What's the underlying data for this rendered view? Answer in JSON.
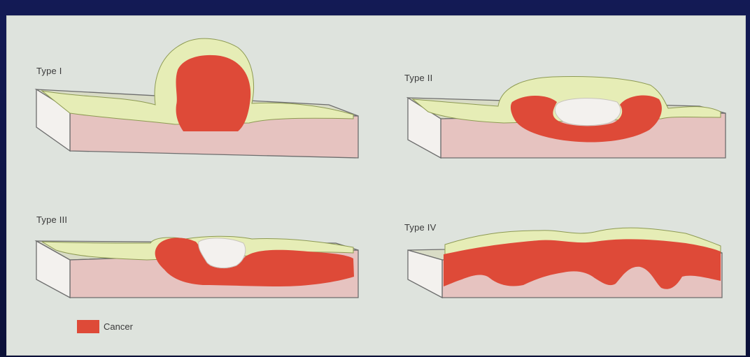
{
  "diagram": {
    "panels": [
      {
        "id": "type-1",
        "label": "Type I"
      },
      {
        "id": "type-2",
        "label": "Type II"
      },
      {
        "id": "type-3",
        "label": "Type III"
      },
      {
        "id": "type-4",
        "label": "Type IV"
      }
    ],
    "legend": {
      "label": "Cancer"
    },
    "colors": {
      "cancer": "#de4a38",
      "mucosa": "#e6edb6",
      "submucosa": "#e6c3c0",
      "block_side": "#f3f1ee",
      "background": "#dee3dd",
      "frame": "#0e1440"
    }
  }
}
